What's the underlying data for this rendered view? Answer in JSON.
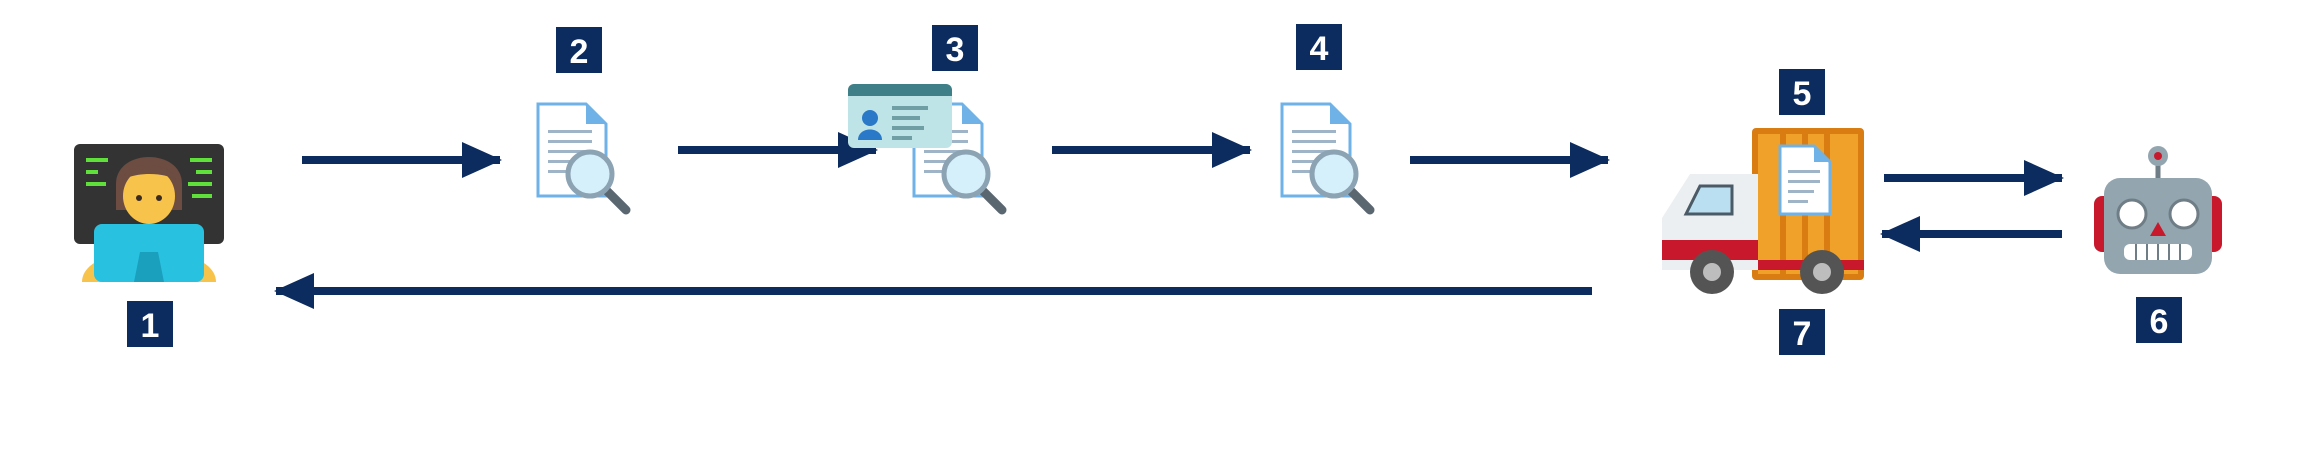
{
  "colors": {
    "navy": "#0c2b5e",
    "badge_text": "#ffffff",
    "doc_blue": "#6fb2e8",
    "doc_fill": "#ffffff",
    "doc_lines": "#9fb4c7",
    "magnifier_rim": "#8ca3b4",
    "magnifier_glass": "#d6f0fb",
    "magnifier_handle": "#5b6770",
    "id_card_header": "#3f7f87",
    "id_card_body": "#bfe4e8",
    "truck_cargo": "#f0a12a",
    "truck_cargo_dark": "#d97d12",
    "truck_cab": "#eceff1",
    "truck_stripe": "#c8192c",
    "wheel": "#545454",
    "robot_body": "#93a6b0",
    "robot_ears": "#c8192c",
    "robot_eye": "#ffffff",
    "person_skin": "#f8c34a",
    "person_hair": "#6d4c41",
    "laptop": "#29c1e0",
    "monitor": "#333333",
    "code_green": "#5fe03a"
  },
  "steps": [
    {
      "label": "1",
      "icon": "technologist-icon"
    },
    {
      "label": "2",
      "icon": "document-search-icon"
    },
    {
      "label": "3",
      "icon": "id-card-document-search-icon"
    },
    {
      "label": "4",
      "icon": "document-search-icon"
    },
    {
      "label": "5",
      "icon": "delivery-truck-document-icon"
    },
    {
      "label": "6",
      "icon": "robot-icon"
    },
    {
      "label": "7",
      "icon": "delivery-truck-icon"
    }
  ]
}
